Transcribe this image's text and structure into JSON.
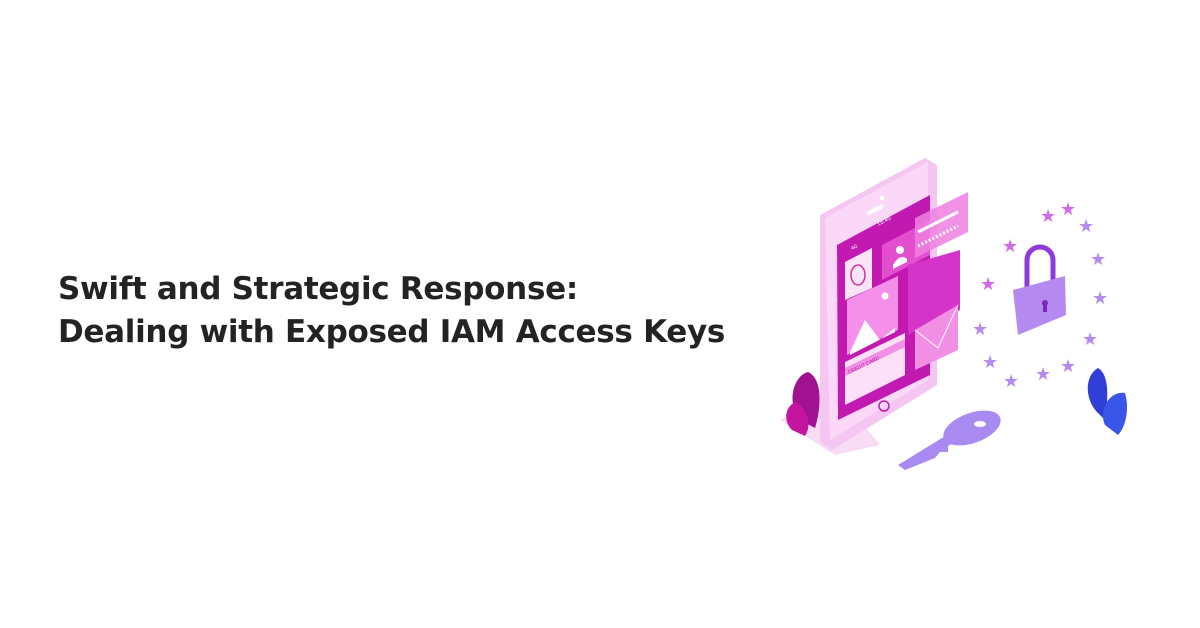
{
  "headline": {
    "line1": "Swift and Strategic Response:",
    "line2": "Dealing with Exposed IAM Access Keys"
  },
  "illustration": {
    "phone_time": "15:45",
    "phone_signal": "4G",
    "card_label": "CREDIT CARD",
    "colors": {
      "phone_body": "#f6c6f3",
      "screen": "#c21ab0",
      "lock": "#b58af0",
      "key": "#a98af0",
      "leaf_blue": "#2f3fd8",
      "leaf_magenta": "#a0128f"
    }
  }
}
